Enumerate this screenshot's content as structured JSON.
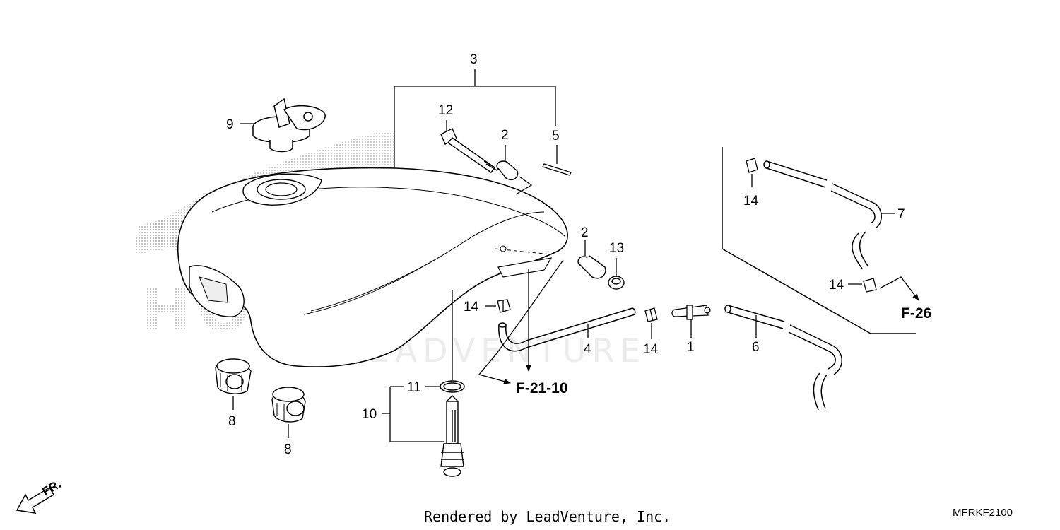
{
  "diagram": {
    "watermarks": {
      "brand": "HONDA",
      "vendor": "LEADVENTURE"
    },
    "callouts": {
      "c3": "3",
      "c12": "12",
      "c2_top": "2",
      "c5": "5",
      "c9": "9",
      "c2_mid": "2",
      "c13": "13",
      "c14_center": "14",
      "c4": "4",
      "c14_lower": "14",
      "c1": "1",
      "c6": "6",
      "c14_top_right": "14",
      "c7": "7",
      "c14_right": "14",
      "c11": "11",
      "c10": "10",
      "c8_left": "8",
      "c8_right": "8"
    },
    "references": {
      "ref_f21": "F-21-10",
      "ref_f26": "F-26"
    },
    "direction_label": "FR.",
    "footer_credit": "Rendered by LeadVenture, Inc.",
    "diagram_code": "MFRKF2100"
  }
}
